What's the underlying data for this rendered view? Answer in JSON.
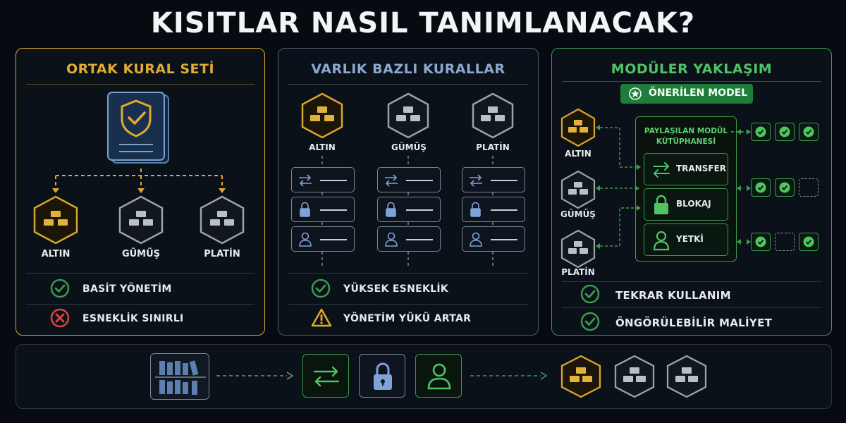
{
  "page_title": "KISITLAR NASIL TANIMLANACAK?",
  "panels": {
    "ortak": {
      "title": "ORTAK KURAL SETİ",
      "metals": [
        "ALTIN",
        "GÜMÜŞ",
        "PLATİN"
      ],
      "pro": "BASİT YÖNETİM",
      "con": "ESNEKLİK SINIRLI"
    },
    "varlik": {
      "title": "VARLIK BAZLI KURALLAR",
      "metals": [
        "ALTIN",
        "GÜMÜŞ",
        "PLATİN"
      ],
      "pro": "YÜKSEK ESNEKLİK",
      "warn": "YÖNETİM YÜKÜ ARTAR"
    },
    "moduler": {
      "title": "MODÜLER YAKLAŞIM",
      "badge": "ÖNERİLEN MODEL",
      "library_title": "PAYLAŞILAN MODÜL KÜTÜPHANESİ",
      "library_title_line1": "PAYLAŞILAN MODÜL",
      "library_title_line2": "KÜTÜPHANESİ",
      "modules": [
        "TRANSFER",
        "BLOKAJ",
        "YETKİ"
      ],
      "metals": [
        "ALTIN",
        "GÜMÜŞ",
        "PLATİN"
      ],
      "pro1": "TEKRAR KULLANIM",
      "pro2": "ÖNGÖRÜLEBİLİR MALİYET"
    }
  },
  "colors": {
    "gold": "#d9a531",
    "silver": "#9aa3ad",
    "green": "#3c9a4c",
    "red": "#e04444",
    "amber": "#e2a92f",
    "blue": "#7fa3d6"
  },
  "icons": [
    "shield-book-icon",
    "gold-bars-icon",
    "transfer-icon",
    "lock-icon",
    "user-icon",
    "check-icon",
    "x-icon",
    "warning-icon",
    "star-icon",
    "library-icon"
  ]
}
